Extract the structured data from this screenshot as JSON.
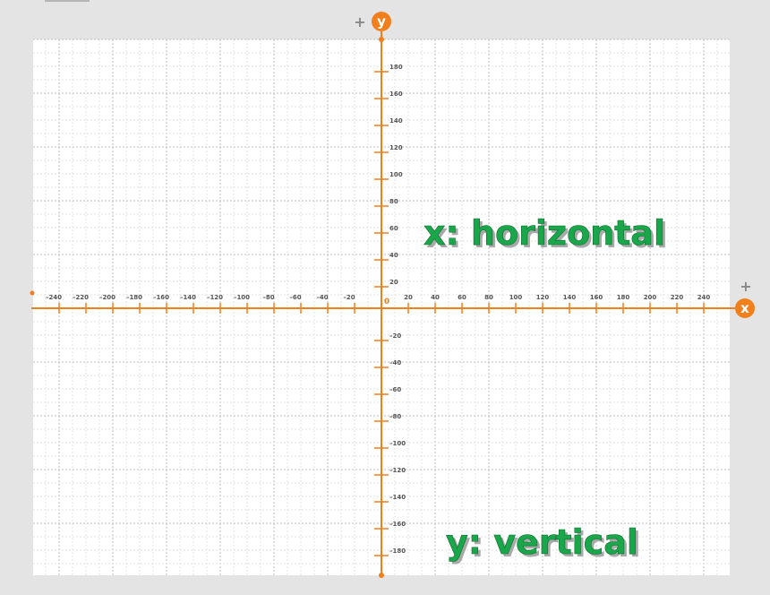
{
  "diagram": {
    "x_axis": {
      "letter": "x",
      "plus": "+",
      "min": -240,
      "max": 240,
      "step": 20
    },
    "y_axis": {
      "letter": "y",
      "plus": "+",
      "min": -180,
      "max": 180,
      "step": 20
    },
    "origin_label": "0",
    "captions": {
      "horizontal": "x: horizontal",
      "vertical": "y: vertical"
    },
    "colors": {
      "axis": "#f07f1c",
      "caption": "#1aa64a",
      "grid": "#cccccc",
      "background": "#e4e4e4",
      "plot": "#ffffff"
    }
  }
}
